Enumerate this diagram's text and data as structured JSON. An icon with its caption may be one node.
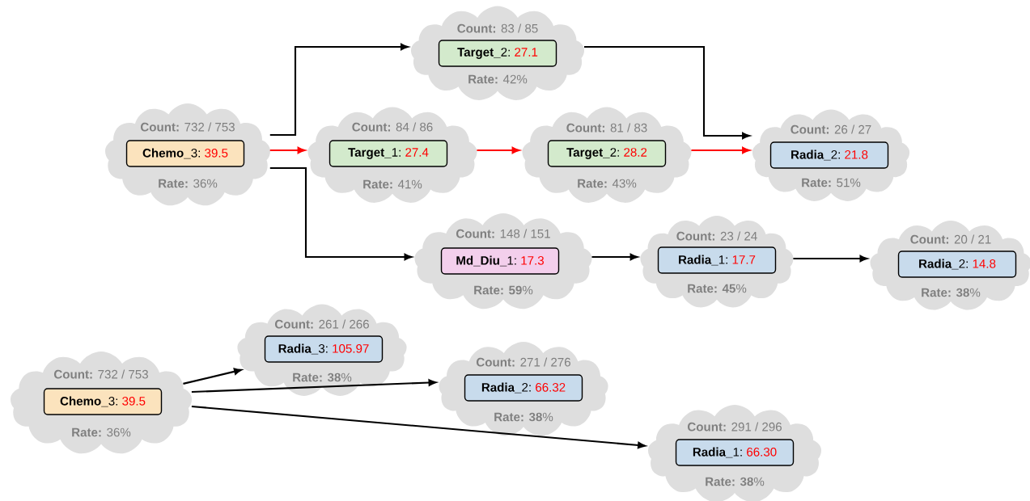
{
  "diagram": {
    "nodes": [
      {
        "text": [
          "**Count:** 732 / 753",
          "**Rate:** 36%"
        ]
      },
      {
        "text": [
          "**Chemo_**3:",
          "39.5"
        ],
        "in": 0
      },
      {
        "text": [
          "**Count:** 83 / 85",
          "**Rate:** 42%"
        ]
      },
      {
        "text": [
          "**Target_**2:",
          "27.1"
        ],
        "in": 2
      },
      {
        "text": [
          "**Count:** 84 / 86",
          "**Rate:** 41%"
        ]
      },
      {
        "text": [
          "**Target_**1:",
          "27.4"
        ],
        "in": 4
      },
      {
        "text": [
          "**Count:** 81 / 83",
          "**Rate:** 43%"
        ]
      },
      {
        "text": [
          "**Target_**2:",
          "28.2"
        ],
        "in": 6
      },
      {
        "text": [
          "**Count:** 26 / 27",
          "**Rate:** 51%"
        ]
      },
      {
        "text": [
          "**Radia_**2:",
          "21.8"
        ],
        "in": 8
      },
      {
        "text": [
          "**Count:** 148 / 151",
          "**Rate: 59**%"
        ]
      },
      {
        "text": [
          "**Md_Diu_**1:",
          "17.3"
        ],
        "in": 10
      },
      {
        "text": [
          "**Count:** 23 / 24",
          "**Rate: 45**%"
        ]
      },
      {
        "text": [
          "**Radia_**1:",
          "17.7"
        ],
        "in": 12
      },
      {
        "text": [
          "**Count:** 20 / 21",
          "**Rate: 38**%"
        ]
      },
      {
        "text": [
          "**Radia_**2:",
          "14.8"
        ],
        "in": 14
      },
      {
        "text": [
          "**Count:** 732 / 753",
          "**Rate:** 36%"
        ]
      },
      {
        "text": [
          "**Chemo_**3:",
          "39.5"
        ],
        "in": 16
      },
      {
        "text": [
          "**Count:** 261 / 266",
          "**Rate: 38**%"
        ]
      },
      {
        "text": [
          "**Radia_**3:",
          "105.97"
        ],
        "in": 18
      },
      {
        "text": [
          "**Count:** 271 / 276",
          "**Rate: 38**%"
        ]
      },
      {
        "text": [
          "**Radia_**2:",
          "66.32"
        ],
        "in": 20
      },
      {
        "text": [
          "**Count:** 291 / 296",
          "**Rate: 38**%"
        ]
      },
      {
        "text": [
          "**Radia_**1:",
          "66.30"
        ],
        "in": 22
      }
    ],
    "edges": [
      {
        "from": 0,
        "to": 2,
        "arrow": "to"
      },
      {
        "from": 0,
        "to": 4,
        "arrow": "to",
        "color": "#ff0000"
      },
      {
        "from": 0,
        "to": 10,
        "arrow": "to"
      },
      {
        "from": 2,
        "to": 8,
        "arrow": "to"
      },
      {
        "from": 4,
        "to": 6,
        "arrow": "to",
        "color": "#ff0000"
      },
      {
        "from": 6,
        "to": 8,
        "arrow": "to",
        "color": "#ff0000"
      },
      {
        "from": 10,
        "to": 12,
        "arrow": "to"
      },
      {
        "from": 12,
        "to": 14,
        "arrow": "to"
      },
      {
        "from": 16,
        "to": 18,
        "arrow": "to"
      },
      {
        "from": 16,
        "to": 20,
        "arrow": "to"
      },
      {
        "from": 16,
        "to": 22,
        "arrow": "to"
      }
    ]
  }
}
